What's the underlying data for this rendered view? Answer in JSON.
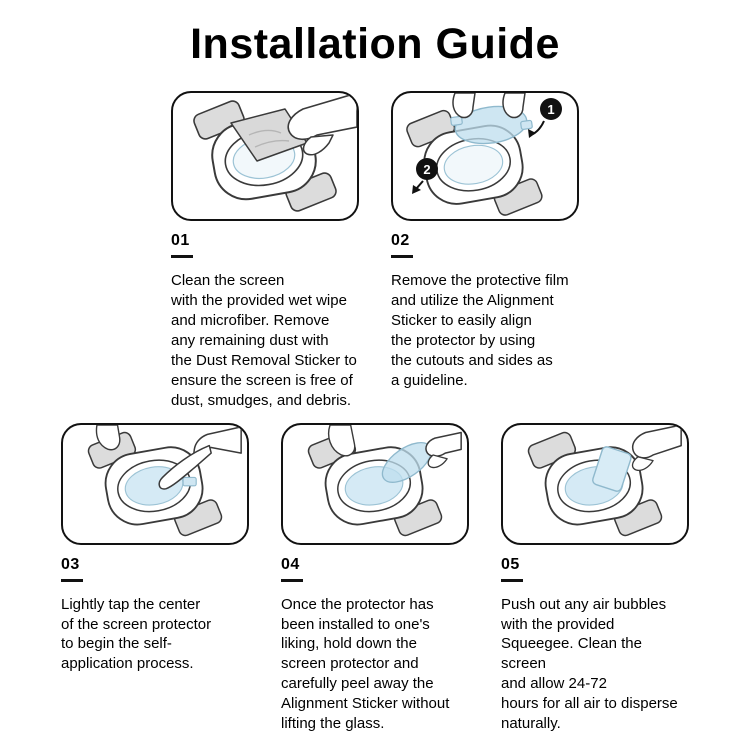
{
  "page": {
    "title": "Installation Guide"
  },
  "colors": {
    "outline": "#3a3a3a",
    "band_gray": "#dcdcdc",
    "glass_blue": "#cfe6f2",
    "badge_black": "#111111"
  },
  "steps": [
    {
      "number": "01",
      "illustration": "clean-screen-with-wipe",
      "text": "Clean the screen\nwith the provided wet wipe\nand microfiber. Remove\nany remaining dust with\nthe Dust Removal Sticker to\nensure the screen is free of\ndust, smudges, and debris."
    },
    {
      "number": "02",
      "illustration": "align-protector-with-sticker",
      "badges": [
        "1",
        "2"
      ],
      "text": "Remove the protective film\nand utilize the Alignment\nSticker to easily align\nthe protector by using\nthe cutouts and sides as\na guideline."
    },
    {
      "number": "03",
      "illustration": "tap-center-of-protector",
      "text": "Lightly tap the center\nof the screen protector\nto begin the self-\napplication process."
    },
    {
      "number": "04",
      "illustration": "peel-alignment-sticker",
      "text": "Once the protector has\nbeen installed to one's\nliking, hold down the\nscreen protector and\ncarefully peel away the\nAlignment Sticker without\nlifting the glass."
    },
    {
      "number": "05",
      "illustration": "squeegee-air-bubbles",
      "text": "Push out any air bubbles\nwith the provided\nSqueegee. Clean the screen\nand allow 24-72\nhours for all air to disperse\nnaturally."
    }
  ]
}
